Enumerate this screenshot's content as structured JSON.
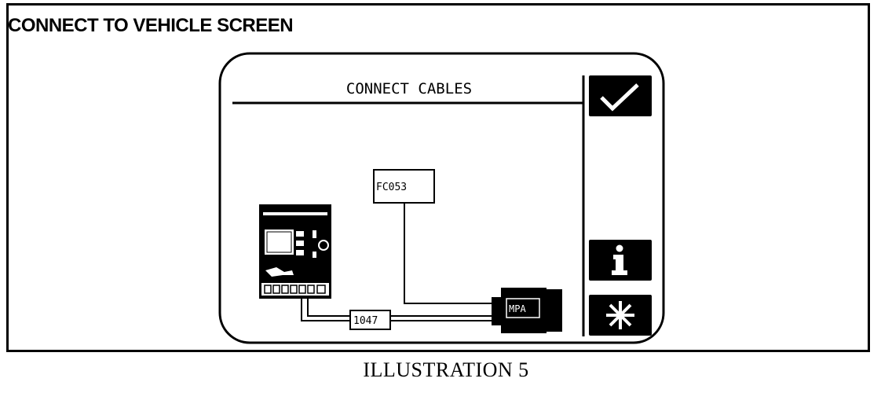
{
  "document": {
    "heading": "CONNECT TO VEHICLE SCREEN",
    "caption": "ILLUSTRATION  5"
  },
  "screen": {
    "title": "CONNECT CABLES",
    "buttons": {
      "confirm_icon": "check-icon",
      "info_icon": "info-icon",
      "special_icon": "asterisk-icon",
      "info_glyph": "i"
    },
    "diagram": {
      "cable_top_label": "FC053",
      "cable_bottom_label": "1047",
      "adapter_label": "MPA"
    }
  },
  "colors": {
    "ink": "#000000",
    "paper": "#ffffff"
  }
}
